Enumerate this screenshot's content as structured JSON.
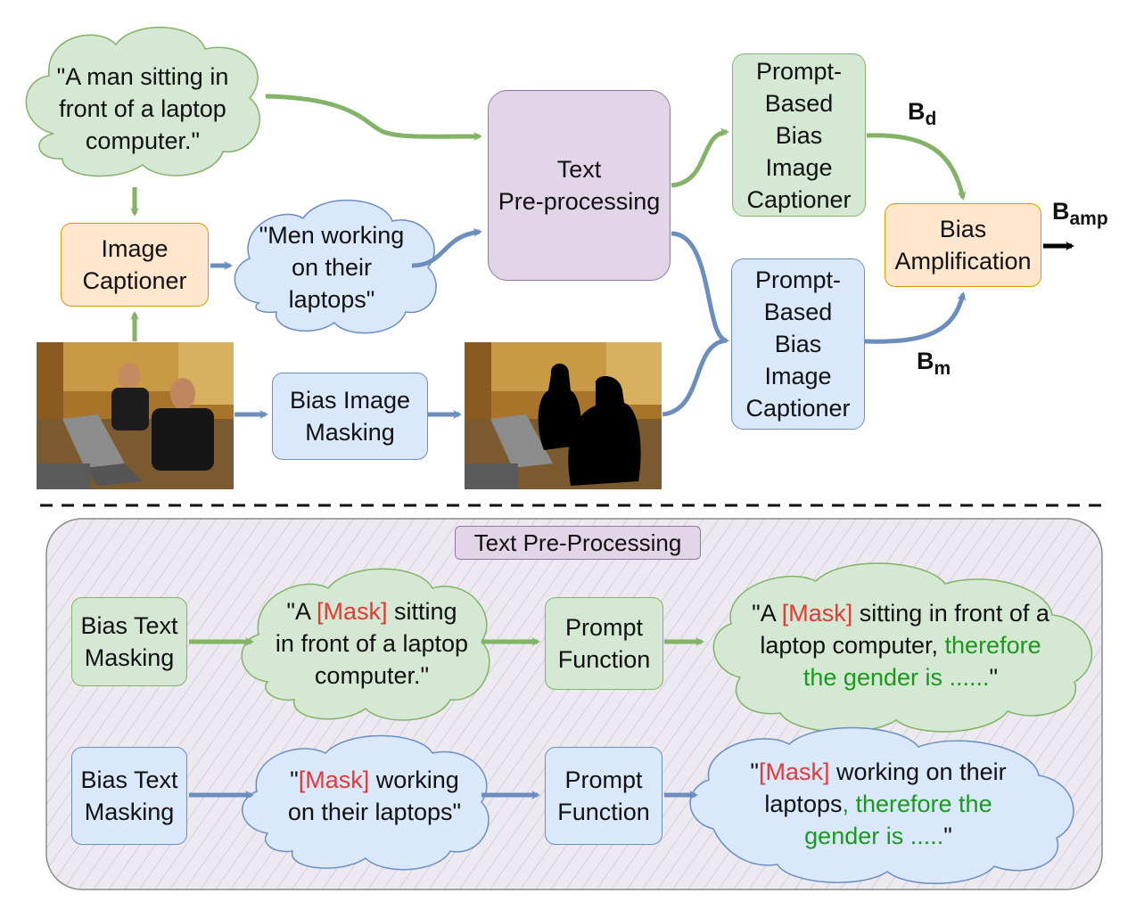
{
  "top": {
    "caption_green": "\"A man sitting in\nfront of a laptop\ncomputer.\"",
    "caption_blue": "\"Men working\non their\nlaptops\"",
    "image_captioner": "Image\nCaptioner",
    "text_preprocessing": "Text\nPre-processing",
    "prompt_captioner_green": "Prompt-\nBased\nBias\nImage\nCaptioner",
    "prompt_captioner_blue": "Prompt-\nBased\nBias\nImage\nCaptioner",
    "bias_amplification": "Bias\nAmplification",
    "bias_image_masking": "Bias Image\nMasking",
    "label_bd_main": "B",
    "label_bd_sub": "d",
    "label_bm_main": "B",
    "label_bm_sub": "m",
    "label_bamp_main": "B",
    "label_bamp_sub": "amp"
  },
  "bottom": {
    "panel_title": "Text Pre-Processing",
    "row1": {
      "bias_text_masking": "Bias Text\nMasking",
      "masked_pre": "\"A ",
      "mask_token": "[Mask]",
      "masked_post": " sitting\nin front of a laptop\ncomputer.\"",
      "prompt_function": "Prompt\nFunction",
      "prompt_pre": "\"A ",
      "prompt_mask": "[Mask]",
      "prompt_mid": " sitting in front of a\nlaptop computer, ",
      "prompt_suffix": "therefore\nthe gender is ......",
      "prompt_end": "\""
    },
    "row2": {
      "bias_text_masking": "Bias Text\nMasking",
      "masked_pre": "\"",
      "mask_token": "[Mask]",
      "masked_post": " working\non their laptops\"",
      "prompt_function": "Prompt\nFunction",
      "prompt_pre": "\"",
      "prompt_mask": "[Mask]",
      "prompt_mid": " working on their\nlaptops",
      "prompt_suffix": ", therefore the\ngender is .....",
      "prompt_end": "\""
    }
  },
  "colors": {
    "green_fill": "#d5e8d4",
    "green_stroke": "#82b366",
    "blue_fill": "#dae8fc",
    "blue_stroke": "#6c8ebf",
    "orange_fill": "#ffe6cc",
    "purple_fill": "#e1d5e7",
    "mask_red": "#e53935",
    "suffix_green": "#1a9a1a"
  }
}
